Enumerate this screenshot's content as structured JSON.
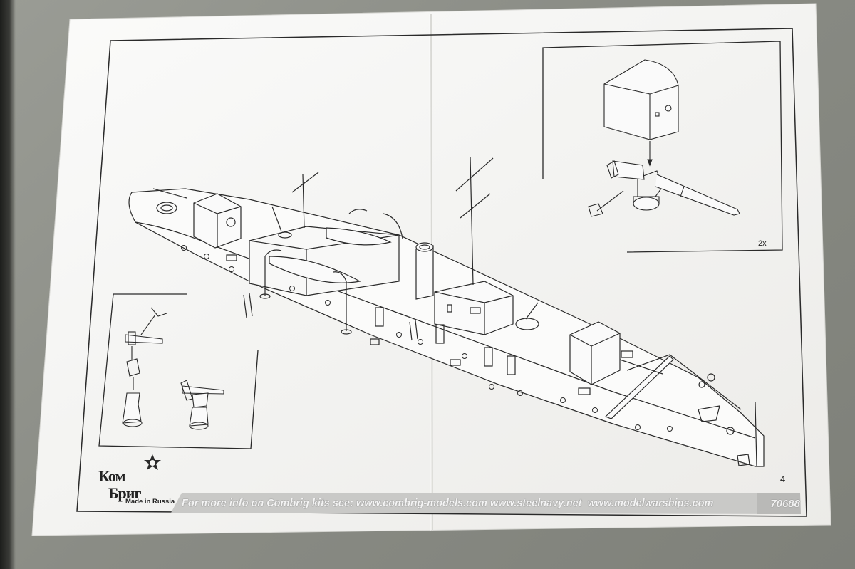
{
  "sheet": {
    "page_number": "4",
    "quantity_label": "2x",
    "footer_info": "For more info on Combrig kits see: www.combrig-models.com www.steelnavy.net  www.modelwarships.com",
    "kit_number": "70688"
  },
  "logo": {
    "line1": "Ком",
    "line2": "Бриг",
    "tagline": "Made in Russia"
  },
  "colors": {
    "paper": "#f7f7f5",
    "line": "#2a2a2a",
    "footer_band": "#c9c9c7"
  },
  "icons": {
    "logo_mark": "star-icon"
  }
}
